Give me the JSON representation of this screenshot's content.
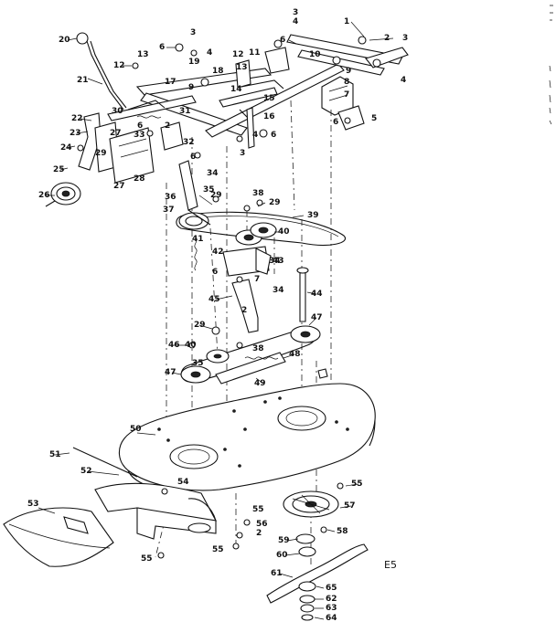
{
  "diagram": {
    "code_label": "E5",
    "labels": [
      {
        "id": "p1",
        "t": "1"
      },
      {
        "id": "p2",
        "t": "2"
      },
      {
        "id": "p3a",
        "t": "3"
      },
      {
        "id": "p3b",
        "t": "3"
      },
      {
        "id": "p3c",
        "t": "3"
      },
      {
        "id": "p3d",
        "t": "3"
      },
      {
        "id": "p4a",
        "t": "4"
      },
      {
        "id": "p4b",
        "t": "4"
      },
      {
        "id": "p4c",
        "t": "4"
      },
      {
        "id": "p4d",
        "t": "4"
      },
      {
        "id": "p5",
        "t": "5"
      },
      {
        "id": "p6a",
        "t": "6"
      },
      {
        "id": "p6b",
        "t": "6"
      },
      {
        "id": "p6c",
        "t": "6"
      },
      {
        "id": "p6d",
        "t": "6"
      },
      {
        "id": "p6e",
        "t": "6"
      },
      {
        "id": "p6f",
        "t": "6"
      },
      {
        "id": "p6g",
        "t": "6"
      },
      {
        "id": "p7a",
        "t": "7"
      },
      {
        "id": "p7b",
        "t": "7"
      },
      {
        "id": "p8",
        "t": "8"
      },
      {
        "id": "p9a",
        "t": "9"
      },
      {
        "id": "p9b",
        "t": "9"
      },
      {
        "id": "p10",
        "t": "10"
      },
      {
        "id": "p11",
        "t": "11"
      },
      {
        "id": "p12a",
        "t": "12"
      },
      {
        "id": "p12b",
        "t": "12"
      },
      {
        "id": "p13a",
        "t": "13"
      },
      {
        "id": "p13b",
        "t": "13"
      },
      {
        "id": "p14",
        "t": "14"
      },
      {
        "id": "p15",
        "t": "15"
      },
      {
        "id": "p16",
        "t": "16"
      },
      {
        "id": "p17",
        "t": "17"
      },
      {
        "id": "p18",
        "t": "18"
      },
      {
        "id": "p19",
        "t": "19"
      },
      {
        "id": "p20",
        "t": "20"
      },
      {
        "id": "p21",
        "t": "21"
      },
      {
        "id": "p22",
        "t": "22"
      },
      {
        "id": "p23",
        "t": "23"
      },
      {
        "id": "p24",
        "t": "24"
      },
      {
        "id": "p25",
        "t": "25"
      },
      {
        "id": "p26",
        "t": "26"
      },
      {
        "id": "p27a",
        "t": "27"
      },
      {
        "id": "p27b",
        "t": "27"
      },
      {
        "id": "p28",
        "t": "28"
      },
      {
        "id": "p29a",
        "t": "29"
      },
      {
        "id": "p29b",
        "t": "29"
      },
      {
        "id": "p29c",
        "t": "29"
      },
      {
        "id": "p29d",
        "t": "29"
      },
      {
        "id": "p30",
        "t": "30"
      },
      {
        "id": "p31",
        "t": "31"
      },
      {
        "id": "p32",
        "t": "32"
      },
      {
        "id": "p33",
        "t": "33"
      },
      {
        "id": "p34a",
        "t": "34"
      },
      {
        "id": "p34b",
        "t": "34"
      },
      {
        "id": "p34c",
        "t": "34"
      },
      {
        "id": "p35a",
        "t": "35"
      },
      {
        "id": "p35b",
        "t": "35"
      },
      {
        "id": "p36",
        "t": "36"
      },
      {
        "id": "p37",
        "t": "37"
      },
      {
        "id": "p38a",
        "t": "38"
      },
      {
        "id": "p38b",
        "t": "38"
      },
      {
        "id": "p39",
        "t": "39"
      },
      {
        "id": "p40a",
        "t": "40"
      },
      {
        "id": "p40b",
        "t": "40"
      },
      {
        "id": "p41",
        "t": "41"
      },
      {
        "id": "p42",
        "t": "42"
      },
      {
        "id": "p43",
        "t": "43"
      },
      {
        "id": "p44",
        "t": "44"
      },
      {
        "id": "p45",
        "t": "45"
      },
      {
        "id": "p46",
        "t": "46"
      },
      {
        "id": "p47a",
        "t": "47"
      },
      {
        "id": "p47b",
        "t": "47"
      },
      {
        "id": "p48",
        "t": "48"
      },
      {
        "id": "p49",
        "t": "49"
      },
      {
        "id": "p50",
        "t": "50"
      },
      {
        "id": "p51",
        "t": "51"
      },
      {
        "id": "p52",
        "t": "52"
      },
      {
        "id": "p53",
        "t": "53"
      },
      {
        "id": "p54",
        "t": "54"
      },
      {
        "id": "p55a",
        "t": "55"
      },
      {
        "id": "p55b",
        "t": "55"
      },
      {
        "id": "p55c",
        "t": "55"
      },
      {
        "id": "p55d",
        "t": "55"
      },
      {
        "id": "p56",
        "t": "56"
      },
      {
        "id": "p57",
        "t": "57"
      },
      {
        "id": "p58",
        "t": "58"
      },
      {
        "id": "p59",
        "t": "59"
      },
      {
        "id": "p60",
        "t": "60"
      },
      {
        "id": "p61",
        "t": "61"
      },
      {
        "id": "p62",
        "t": "62"
      },
      {
        "id": "p63",
        "t": "63"
      },
      {
        "id": "p64",
        "t": "64"
      },
      {
        "id": "p65",
        "t": "65"
      },
      {
        "id": "p2b",
        "t": "2"
      },
      {
        "id": "p2c",
        "t": "2"
      },
      {
        "id": "p2d",
        "t": "2"
      }
    ]
  }
}
